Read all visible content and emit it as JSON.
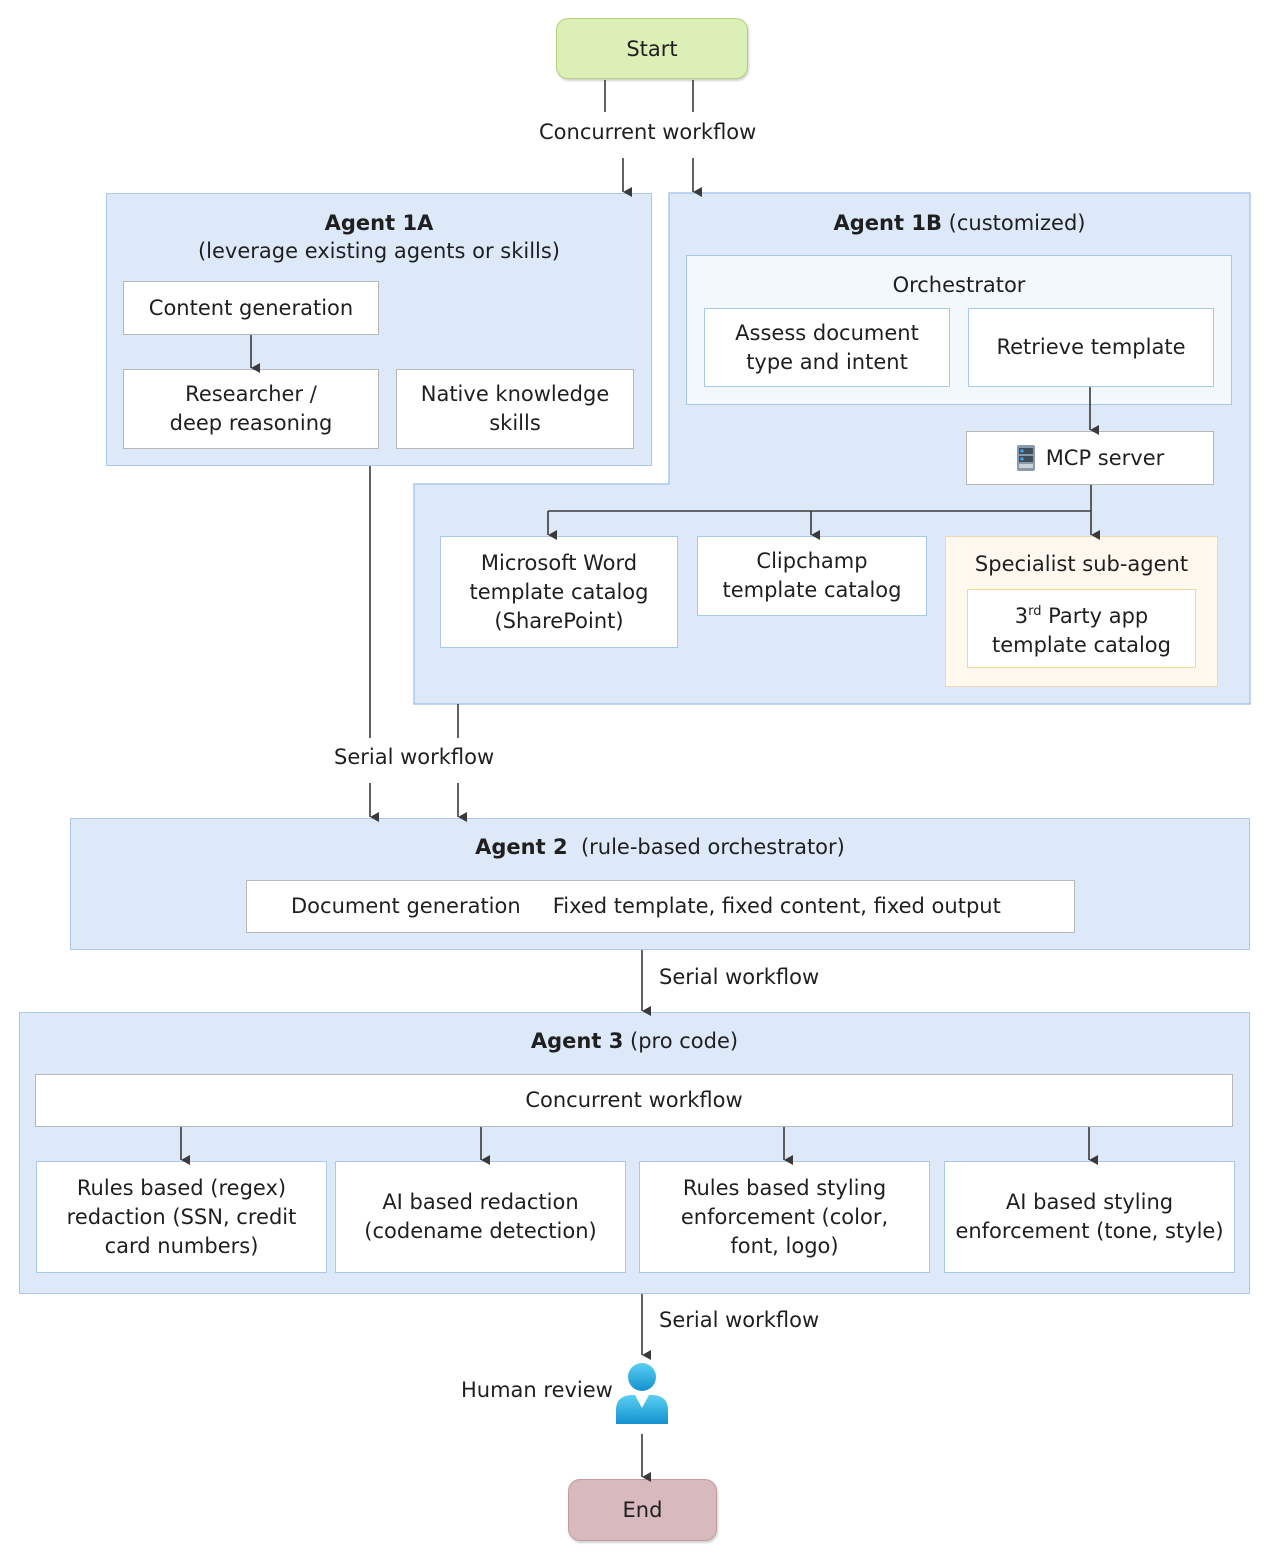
{
  "start": {
    "label": "Start"
  },
  "end": {
    "label": "End"
  },
  "workflows": {
    "concurrent_top": "Concurrent workflow",
    "serial_1": "Serial workflow",
    "serial_2": "Serial workflow",
    "serial_3": "Serial workflow"
  },
  "agent_1a": {
    "title": "Agent 1A",
    "subtitle": "(leverage existing agents or skills)",
    "content_generation": "Content generation",
    "researcher": [
      "Researcher /",
      "deep reasoning"
    ],
    "native_knowledge": [
      "Native knowledge",
      "skills"
    ]
  },
  "agent_1b": {
    "title": "Agent 1B",
    "subtitle": "(customized)",
    "orchestrator": "Orchestrator",
    "assess": [
      "Assess document",
      "type and intent"
    ],
    "retrieve": "Retrieve template",
    "mcp_server": "MCP server",
    "word_catalog": [
      "Microsoft Word",
      "template catalog",
      "(SharePoint)"
    ],
    "clipchamp_catalog": [
      "Clipchamp",
      "template catalog"
    ],
    "specialist": "Specialist sub-agent",
    "third_party": {
      "num": "3",
      "sup": "rd",
      "rest": " Party app",
      "line2": "template catalog"
    }
  },
  "agent_2": {
    "title": "Agent 2",
    "subtitle": "(rule-based orchestrator)",
    "doc_generation": "Document generation",
    "fixed": "Fixed template, fixed content, fixed output"
  },
  "agent_3": {
    "title": "Agent 3",
    "subtitle": "(pro code)",
    "concurrent": "Concurrent workflow",
    "tasks": [
      [
        "Rules based (regex)",
        "redaction (SSN, credit",
        "card numbers)"
      ],
      [
        "AI based redaction",
        "(codename detection)"
      ],
      [
        "Rules based styling",
        "enforcement (color,",
        "font, logo)"
      ],
      [
        "AI based styling",
        "enforcement (tone, style)"
      ]
    ]
  },
  "human_review": {
    "label": "Human review"
  },
  "icons": {
    "server": "server-icon",
    "person": "person-icon"
  },
  "colors": {
    "agent_fill": "#dde9f8",
    "agent_border": "#a9c8ea",
    "start_fill": "#dcefb6",
    "end_fill": "#d8b9bd",
    "specialist_fill": "#fef8ef",
    "person": "#1aa6dc"
  }
}
